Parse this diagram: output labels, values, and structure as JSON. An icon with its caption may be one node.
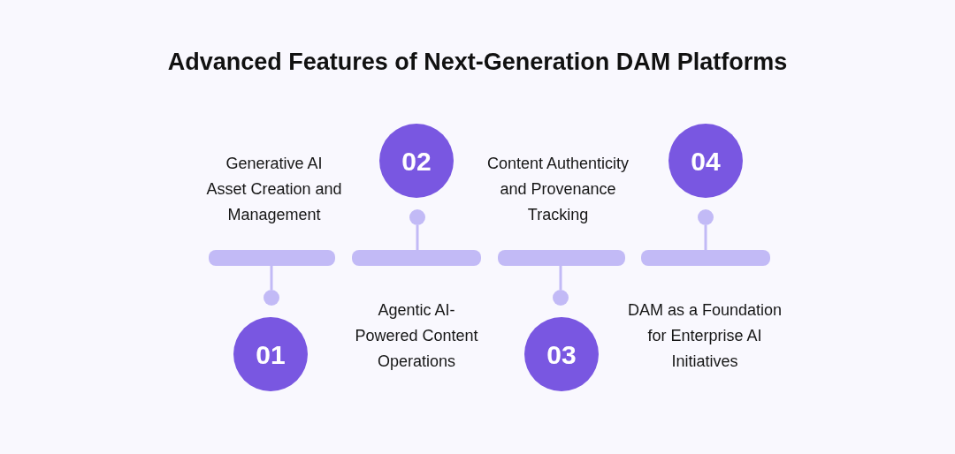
{
  "diagram": {
    "title": "Advanced Features of Next-Generation DAM Platforms",
    "nodes": [
      {
        "text": [
          "01"
        ]
      },
      {
        "text": [
          "Generative AI Asset Creation and Management"
        ]
      },
      {
        "text": [],
        "shape": "bar"
      },
      {
        "text": [],
        "shape": "circle"
      },
      {
        "text": [
          "02"
        ]
      },
      {
        "text": [
          "Agentic AI- Powered Content Operations"
        ]
      },
      {
        "text": [],
        "shape": "bar"
      },
      {
        "text": [],
        "shape": "circle"
      },
      {
        "text": [
          "03"
        ]
      },
      {
        "text": [
          "Content Authenticity and Provenance Tracking"
        ]
      },
      {
        "text": [],
        "shape": "bar"
      },
      {
        "text": [],
        "shape": "circle"
      },
      {
        "text": [
          "04"
        ]
      },
      {
        "text": [
          "DAM as a Foundation for Enterprise AI Initiatives"
        ]
      },
      {
        "text": [],
        "shape": "bar"
      },
      {
        "text": [],
        "shape": "circle"
      }
    ],
    "edges": [
      {
        "from": 2,
        "to": 3,
        "arrow": "none"
      },
      {
        "from": 6,
        "to": 7,
        "arrow": "none"
      },
      {
        "from": 10,
        "to": 11,
        "arrow": "none"
      },
      {
        "from": 14,
        "to": 15,
        "arrow": "none"
      }
    ]
  }
}
